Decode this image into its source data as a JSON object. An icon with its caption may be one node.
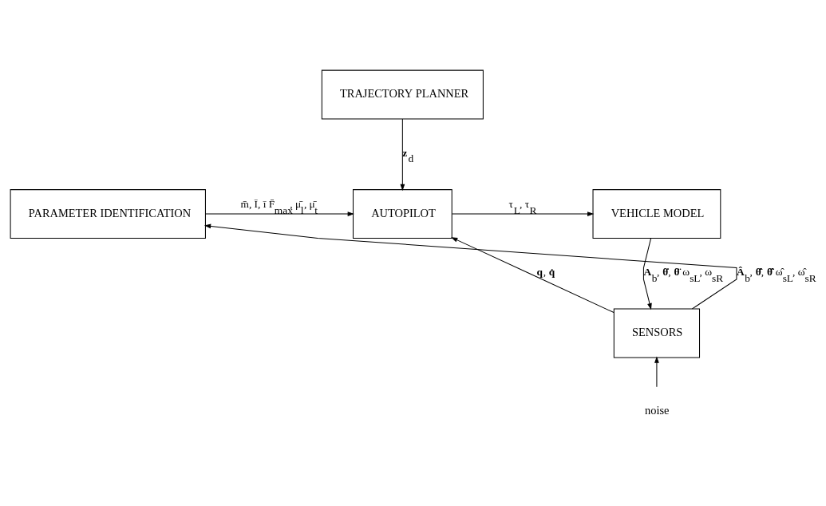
{
  "diagram": {
    "nodes": [
      {
        "text": [
          "TRAJECTORY PLANNER"
        ]
      },
      {
        "text": [
          "PARAMETER IDENTIFICATION"
        ]
      },
      {
        "text": [
          "AUTOPILOT"
        ]
      },
      {
        "text": [
          "VEHICLE MODEL"
        ]
      },
      {
        "text": [
          "SENSORS"
        ]
      },
      {
        "text": [
          "noise"
        ]
      }
    ],
    "edges": [
      {
        "from": 0,
        "to": 2,
        "arrow": "to",
        "label": "**z**$_{d}$"
      },
      {
        "from": 1,
        "to": 2,
        "arrow": "to",
        "label": "m̄, Ī, ī F̄$_{max}$, μ̄$_{l}$, μ̄$_{t}$"
      },
      {
        "from": 2,
        "to": 3,
        "arrow": "to",
        "label": "τ$_{L}$, τ$_{R}$"
      },
      {
        "from": 3,
        "to": 4,
        "arrow": "to",
        "label": "**A**$_{b}$, **θ̇**, **θ̈** ω$_{sL}$, ω$_{sR}$"
      },
      {
        "from": 4,
        "to": 2,
        "arrow": "to",
        "label": "**q**, **q̇**"
      },
      {
        "from": 4,
        "to": 1,
        "arrow": "to",
        "label": "**Â**$_{b}$, **θ̂̇**, **θ̂̈** ω̂$_{sL}$, ω̂$_{sR}$"
      },
      {
        "from": 5,
        "to": 4,
        "arrow": "to"
      }
    ]
  }
}
